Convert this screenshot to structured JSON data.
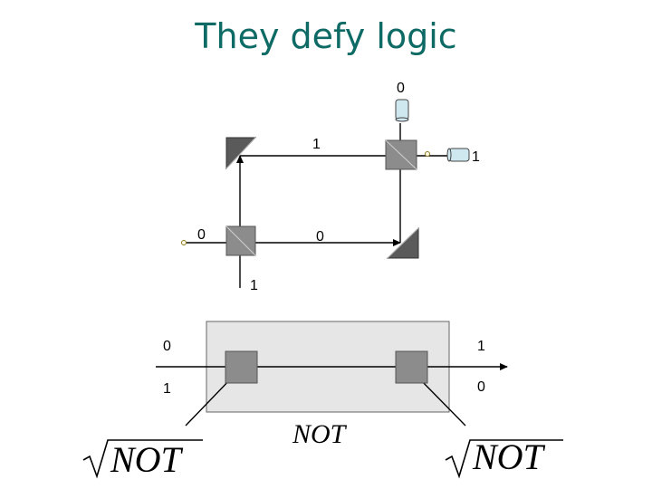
{
  "title": "They defy logic",
  "interferometer": {
    "label_top_detector": "0",
    "label_upper_arm": "1",
    "label_right_detector": "1",
    "label_input": "0",
    "label_lower_arm": "0",
    "label_bottom": "1"
  },
  "gate_box": {
    "in_top": "0",
    "in_bottom": "1",
    "out_top": "1",
    "out_bottom": "0",
    "center_label": "NOT",
    "left_label": "NOT",
    "right_label": "NOT"
  },
  "colors": {
    "title": "#0e6a64",
    "gate_box_fill": "#e6e6e6",
    "splitter_fill": "#8c8c8c",
    "mirror_fill": "#5a5a5a",
    "detector_fill": "#cfe8ef"
  }
}
